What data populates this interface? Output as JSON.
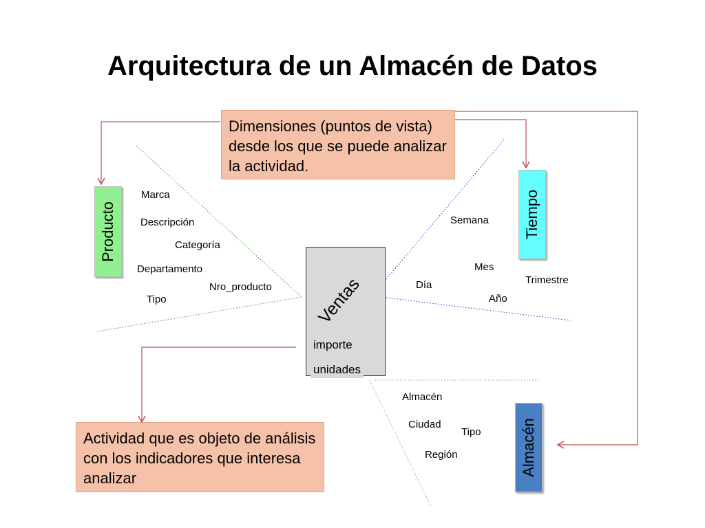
{
  "title": "Arquitectura de un Almacén de Datos",
  "callouts": {
    "dimensions": "Dimensiones (puntos de vista) desde los que se puede analizar la actividad.",
    "activity": "Actividad que es objeto de análisis con los indicadores que interesa analizar"
  },
  "fact": {
    "name": "Ventas",
    "measures": [
      "importe",
      "unidades"
    ]
  },
  "dimensions": {
    "producto": {
      "name": "Producto",
      "color": "#90f090",
      "attributes": [
        "Marca",
        "Descripción",
        "Categoría",
        "Departamento",
        "Nro_producto",
        "Tipo"
      ]
    },
    "tiempo": {
      "name": "Tiempo",
      "color": "#66ffff",
      "attributes": [
        "Semana",
        "Mes",
        "Trimestre",
        "Día",
        "Año"
      ]
    },
    "almacen": {
      "name": "Almacén",
      "color": "#4a7fc1",
      "attributes": [
        "Almacén",
        "Ciudad",
        "Tipo",
        "Región"
      ]
    }
  },
  "colors": {
    "arrow": "#c0504d",
    "callout_fill": "#f5c1a8",
    "fact_fill": "#d9d9d9",
    "producto_line": "#3a9a3a",
    "tiempo_line": "#3333cc",
    "almacen_line": "#7799cc"
  }
}
